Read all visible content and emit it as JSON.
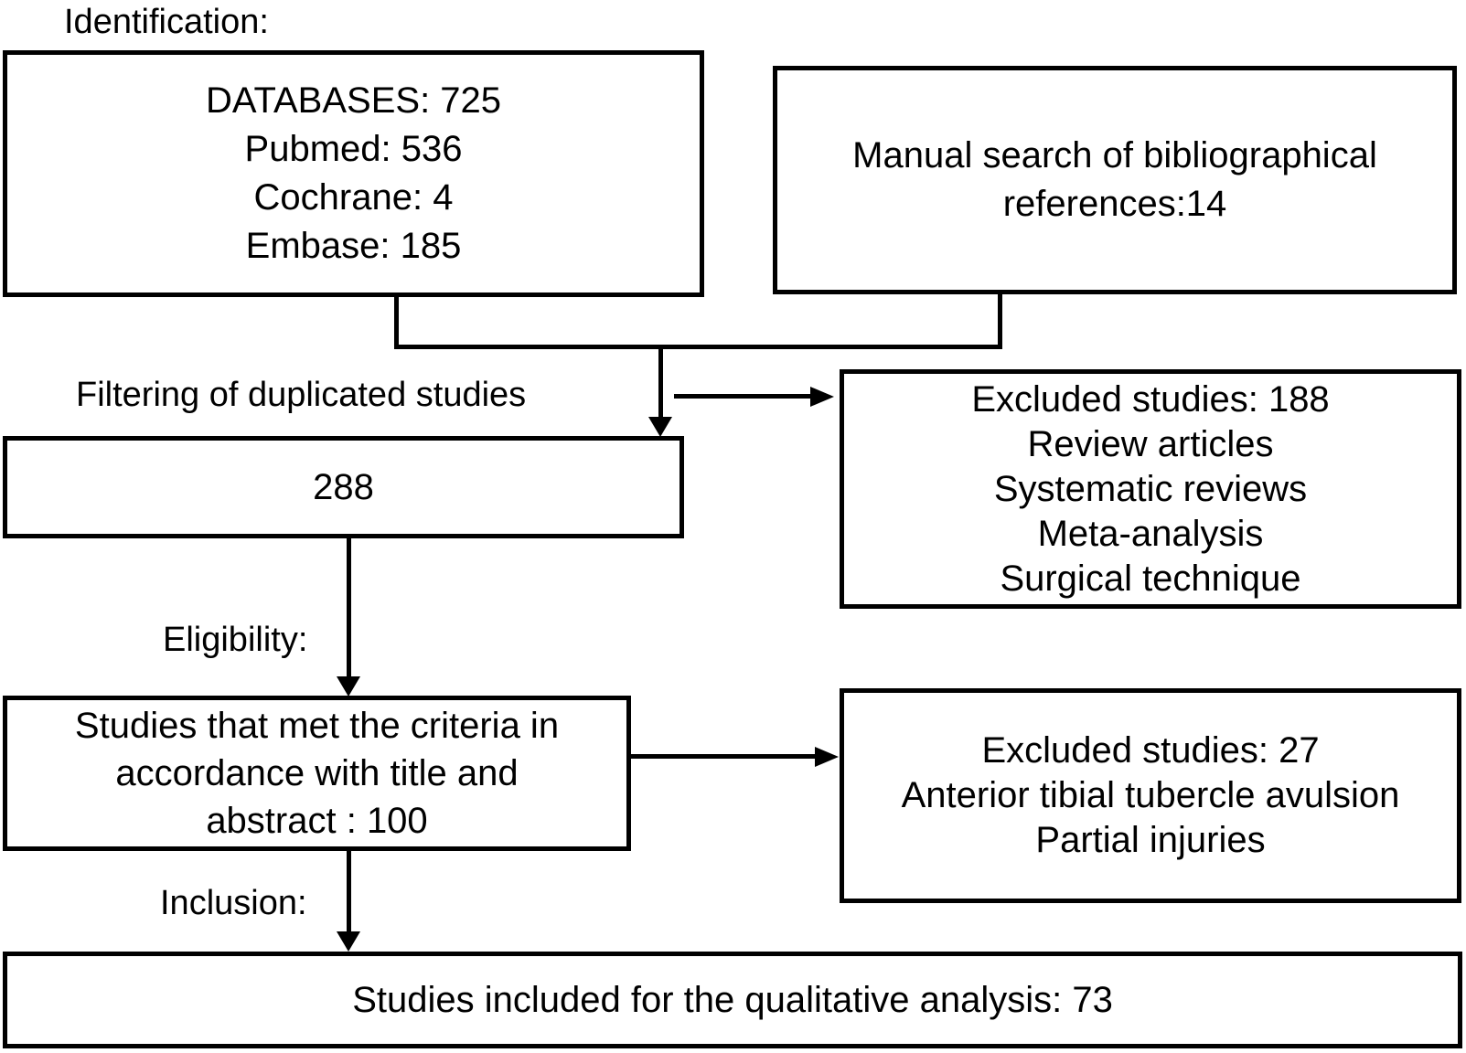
{
  "figure": {
    "background": "#ffffff",
    "line_color": "#000000",
    "text_color": "#000000",
    "stage_labels": {
      "identification": "Identification:",
      "filtering": "Filtering of duplicated studies",
      "eligibility": "Eligibility:",
      "inclusion": "Inclusion:"
    },
    "boxes": {
      "databases": {
        "lines": [
          "DATABASES: 725",
          "Pubmed: 536",
          "Cochrane: 4",
          "Embase: 185"
        ]
      },
      "manual_search": {
        "lines": [
          "Manual search of bibliographical",
          "references:14"
        ]
      },
      "after_deduplication": {
        "lines": [
          "288"
        ]
      },
      "excluded_after_deduplication": {
        "lines": [
          "Excluded studies: 188",
          "Review articles",
          "Systematic reviews",
          "Meta-analysis",
          "Surgical technique"
        ]
      },
      "met_criteria": {
        "lines": [
          "Studies that met the criteria in",
          "accordance with title and",
          "abstract : 100"
        ]
      },
      "excluded_eligibility": {
        "lines": [
          "Excluded studies: 27",
          "Anterior tibial tubercle avulsion",
          "Partial injuries"
        ]
      },
      "included": {
        "lines": [
          "Studies included for the qualitative analysis: 73"
        ]
      }
    }
  }
}
